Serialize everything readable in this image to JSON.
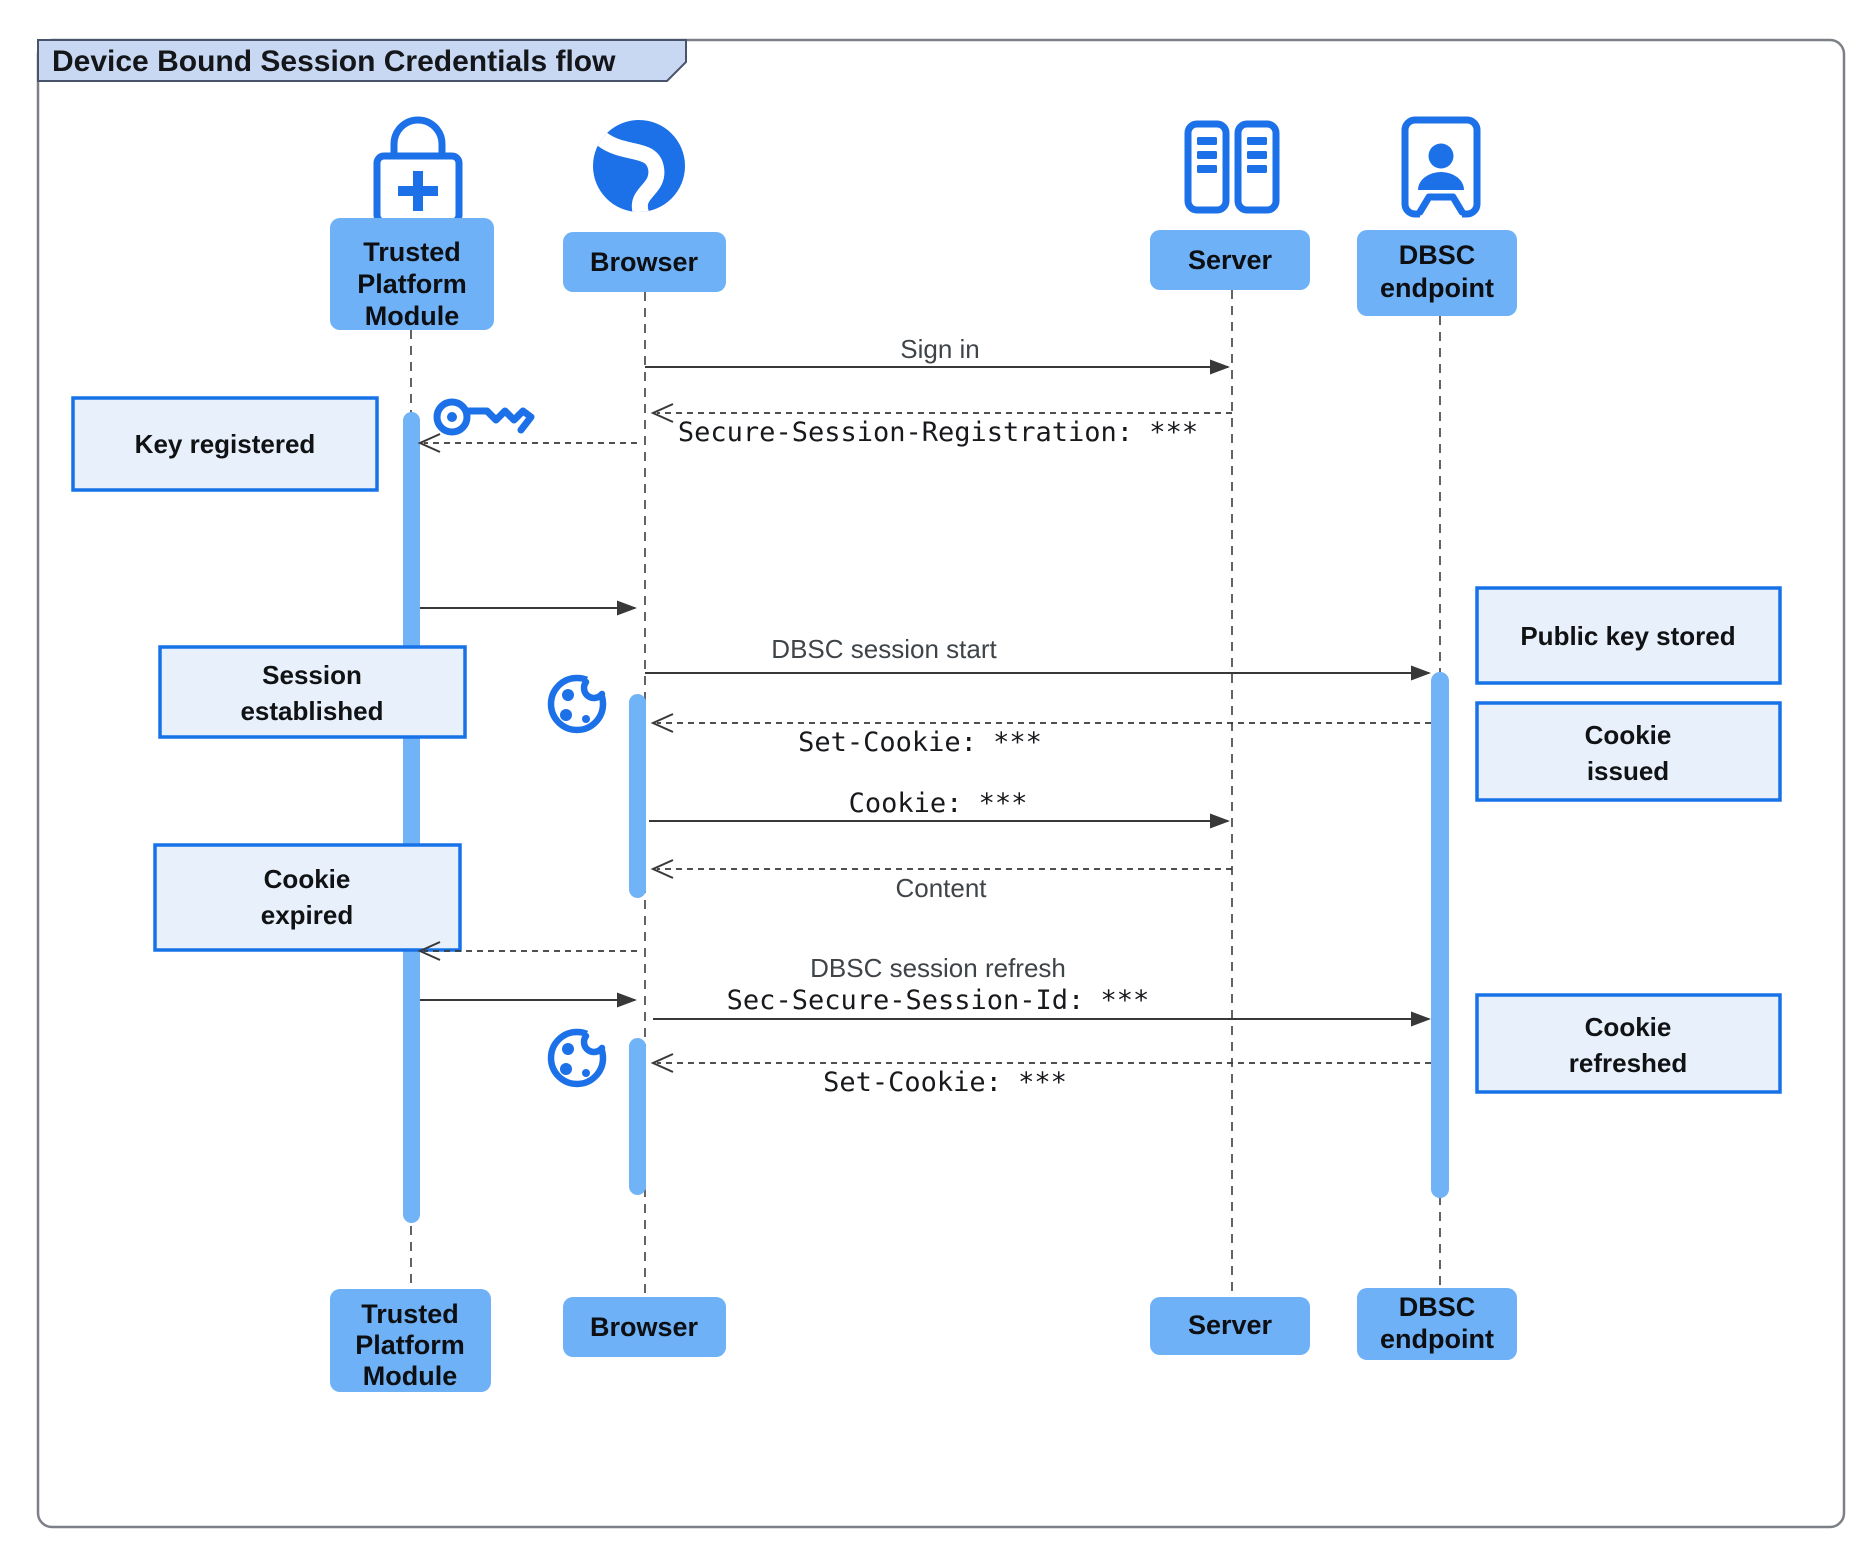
{
  "title": "Device Bound Session Credentials flow",
  "colors": {
    "icon_accent": "#1c70e8",
    "actor_fill": "#6eb1f7",
    "activation_fill": "#71b3f7",
    "note_fill": "#e8f0fc",
    "note_border": "#1772e8",
    "title_tab_fill": "#c8d8f2",
    "line": "#383838"
  },
  "participants": [
    {
      "id": "tpm",
      "lines": [
        "Trusted",
        "Platform",
        "Module"
      ],
      "icon": "lock-plus-icon"
    },
    {
      "id": "browser",
      "label": "Browser",
      "icon": "globe-icon"
    },
    {
      "id": "server",
      "label": "Server",
      "icon": "server-racks-icon"
    },
    {
      "id": "dbsc",
      "lines": [
        "DBSC",
        "endpoint"
      ],
      "icon": "vault-person-icon"
    }
  ],
  "messages": [
    {
      "id": "sign-in",
      "from": "Browser",
      "to": "Server",
      "style": "solid",
      "label": "Sign in"
    },
    {
      "id": "secure-session-registration",
      "from": "Server",
      "to": "Browser",
      "style": "dashed",
      "mono": true,
      "label": "Secure-Session-Registration: ***"
    },
    {
      "id": "register-key",
      "from": "Browser",
      "to": "Trusted Platform Module",
      "style": "dashed",
      "label": ""
    },
    {
      "id": "key-ready",
      "from": "Trusted Platform Module",
      "to": "Browser",
      "style": "solid",
      "label": ""
    },
    {
      "id": "dbsc-session-start",
      "from": "Browser",
      "to": "DBSC endpoint",
      "style": "solid",
      "label": "DBSC session start"
    },
    {
      "id": "set-cookie-1",
      "from": "DBSC endpoint",
      "to": "Browser",
      "style": "dashed",
      "mono": true,
      "label": "Set-Cookie: ***"
    },
    {
      "id": "cookie",
      "from": "Browser",
      "to": "Server",
      "style": "solid",
      "mono": true,
      "label": "Cookie: ***"
    },
    {
      "id": "content",
      "from": "Server",
      "to": "Browser",
      "style": "dashed",
      "label": "Content"
    },
    {
      "id": "refresh-key-request",
      "from": "Browser",
      "to": "Trusted Platform Module",
      "style": "dashed",
      "label": ""
    },
    {
      "id": "refresh-key-ready",
      "from": "Trusted Platform Module",
      "to": "Browser",
      "style": "solid",
      "label": ""
    },
    {
      "id": "dbsc-session-refresh",
      "from": "Browser",
      "to": "DBSC endpoint",
      "style": "solid",
      "label": "DBSC session refresh",
      "label2": "Sec-Secure-Session-Id: ***",
      "label2_mono": true
    },
    {
      "id": "set-cookie-2",
      "from": "DBSC endpoint",
      "to": "Browser",
      "style": "dashed",
      "mono": true,
      "label": "Set-Cookie: ***"
    }
  ],
  "notes": [
    {
      "id": "key-registered",
      "lines": [
        "Key registered"
      ]
    },
    {
      "id": "session-established",
      "lines": [
        "Session",
        "established"
      ]
    },
    {
      "id": "cookie-expired",
      "lines": [
        "Cookie",
        "expired"
      ]
    },
    {
      "id": "public-key-stored",
      "lines": [
        "Public key stored"
      ]
    },
    {
      "id": "cookie-issued",
      "lines": [
        "Cookie",
        "issued"
      ]
    },
    {
      "id": "cookie-refreshed",
      "lines": [
        "Cookie",
        "refreshed"
      ]
    }
  ]
}
